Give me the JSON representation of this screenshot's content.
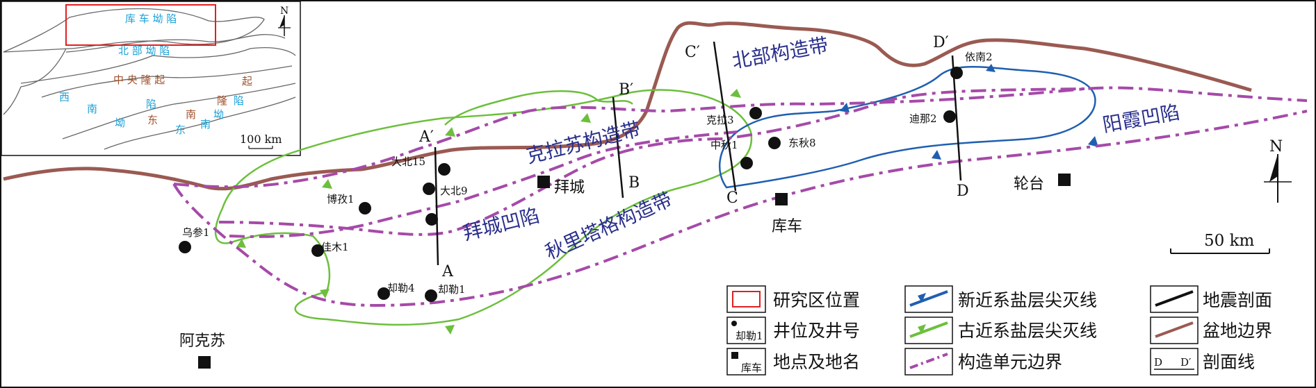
{
  "inset": {
    "units": [
      "库 车 坳 陷",
      "北   部   坳   陷",
      "中   央   隆   起",
      "起",
      "隆",
      "陷",
      "西",
      "南",
      "陷",
      "坳",
      "南",
      "东",
      "坳",
      "南",
      "东"
    ],
    "scale": "100 km",
    "north": "N"
  },
  "places": {
    "baicheng": "拜城",
    "kuche": "库车",
    "luntai": "轮台",
    "akesu": "阿克苏"
  },
  "wells": {
    "wucan1": "乌参1",
    "jiamu1": "佳木1",
    "boZi1": "博孜1",
    "dabei15": "大北15",
    "dabei9": "大北9",
    "quele4": "却勒4",
    "quele1": "却勒1",
    "kela3": "克拉3",
    "zhongqiu1": "中秋1",
    "dongqiu8": "东秋8",
    "dina2": "迪那2",
    "yinan2": "依南2"
  },
  "sections": {
    "A": "A",
    "A_prime": "A′",
    "B": "B",
    "B_prime": "B′",
    "C": "C",
    "C_prime": "C′",
    "D": "D",
    "D_prime": "D′"
  },
  "structural_units": {
    "north_belt": "北部构造带",
    "kelasu_belt": "克拉苏构造带",
    "baicheng_sag": "拜城凹陷",
    "qiulitage_belt": "秋里塔格构造带",
    "yangxia_sag": "阳霞凹陷"
  },
  "main_scale": "50 km",
  "north": "N",
  "legend": {
    "study_area": "研究区位置",
    "well": "井位及井号",
    "well_sample": "却勒1",
    "place": "地点及地名",
    "place_sample": "库车",
    "neogene_salt": "新近系盐层尖灭线",
    "paleogene_salt": "古近系盐层尖灭线",
    "unit_boundary": "构造单元边界",
    "seismic": "地震剖面",
    "basin_boundary": "盆地边界",
    "section_line": "剖面线",
    "section_sample_left": "D",
    "section_sample_right": "D′"
  },
  "colors": {
    "basin_boundary": "#9a5a52",
    "paleogene_salt": "#6cbf3c",
    "neogene_salt": "#1f5fb0",
    "unit_boundary": "#a54aa8",
    "struct_text": "#2a2f8c",
    "inset_box": "#e02020",
    "inset_cyan": "#1aa0d8",
    "inset_brown": "#a0522d"
  }
}
